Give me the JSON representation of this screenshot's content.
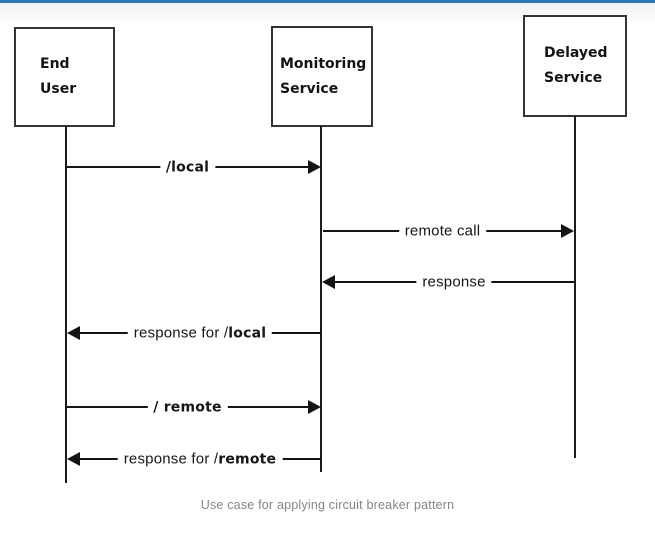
{
  "page": {
    "caption": "Use case for applying circuit breaker pattern",
    "colors": {
      "top_bar": "#2b77b3",
      "line": "#141414",
      "box_border": "#333333",
      "caption_text": "#85828b"
    }
  },
  "actors": [
    {
      "id": "end-user",
      "line1": "End",
      "line2": "User"
    },
    {
      "id": "monitoring-service",
      "line1": "Monitoring",
      "line2": "Service"
    },
    {
      "id": "delayed-service",
      "line1": "Delayed",
      "line2": "Service"
    }
  ],
  "messages": [
    {
      "from": "End User",
      "to": "Monitoring Service",
      "direction": "right",
      "text_regular": "",
      "text_bold": "/local"
    },
    {
      "from": "Monitoring Service",
      "to": "Delayed Service",
      "direction": "right",
      "text_regular": "remote call",
      "text_bold": ""
    },
    {
      "from": "Delayed Service",
      "to": "Monitoring Service",
      "direction": "left",
      "text_regular": "response",
      "text_bold": ""
    },
    {
      "from": "Monitoring Service",
      "to": "End User",
      "direction": "left",
      "text_regular": "response for /",
      "text_bold": "local"
    },
    {
      "from": "End User",
      "to": "Monitoring Service",
      "direction": "right",
      "text_regular": "",
      "text_bold": "/ remote"
    },
    {
      "from": "Monitoring Service",
      "to": "End User",
      "direction": "left",
      "text_regular": "response for /",
      "text_bold": "remote"
    }
  ]
}
